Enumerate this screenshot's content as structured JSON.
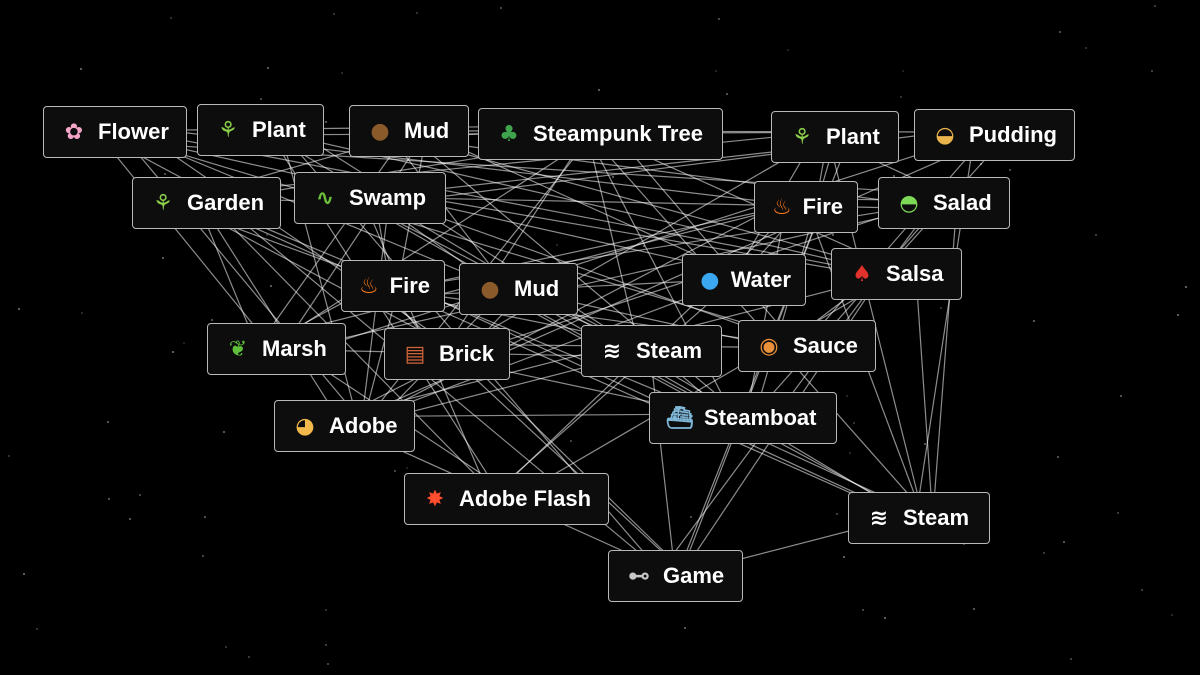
{
  "elements": [
    {
      "id": "flower",
      "label": "Flower",
      "icon": "flower-icon",
      "glyph": "✿",
      "glyph_color": "#f4a6c8"
    },
    {
      "id": "plant-1",
      "label": "Plant",
      "icon": "seedling-icon",
      "glyph": "⚘",
      "glyph_color": "#8bd14a"
    },
    {
      "id": "mud-1",
      "label": "Mud",
      "icon": "poop-icon",
      "glyph": "●",
      "glyph_color": "#8a5a2b"
    },
    {
      "id": "steampunk-tree",
      "label": "Steampunk Tree",
      "icon": "tree-icon",
      "glyph": "♣",
      "glyph_color": "#3fa34d"
    },
    {
      "id": "plant-2",
      "label": "Plant",
      "icon": "seedling-icon",
      "glyph": "⚘",
      "glyph_color": "#8bd14a"
    },
    {
      "id": "pudding",
      "label": "Pudding",
      "icon": "pudding-icon",
      "glyph": "◒",
      "glyph_color": "#e9b44c"
    },
    {
      "id": "garden",
      "label": "Garden",
      "icon": "seedling-icon",
      "glyph": "⚘",
      "glyph_color": "#8bd14a"
    },
    {
      "id": "swamp",
      "label": "Swamp",
      "icon": "crocodile-icon",
      "glyph": "∿",
      "glyph_color": "#6dbf3b"
    },
    {
      "id": "fire-1",
      "label": "Fire",
      "icon": "fire-icon",
      "glyph": "♨",
      "glyph_color": "#ff7a1a"
    },
    {
      "id": "salad",
      "label": "Salad",
      "icon": "salad-icon",
      "glyph": "◓",
      "glyph_color": "#7ed957"
    },
    {
      "id": "fire-2",
      "label": "Fire",
      "icon": "fire-icon",
      "glyph": "♨",
      "glyph_color": "#ff7a1a"
    },
    {
      "id": "mud-2",
      "label": "Mud",
      "icon": "poop-icon",
      "glyph": "●",
      "glyph_color": "#8a5a2b"
    },
    {
      "id": "water",
      "label": "Water",
      "icon": "droplet-icon",
      "glyph": "●",
      "glyph_color": "#3aa7f0"
    },
    {
      "id": "salsa",
      "label": "Salsa",
      "icon": "chili-icon",
      "glyph": "♠",
      "glyph_color": "#e0322a"
    },
    {
      "id": "marsh",
      "label": "Marsh",
      "icon": "herb-icon",
      "glyph": "❦",
      "glyph_color": "#5fbf3a"
    },
    {
      "id": "brick",
      "label": "Brick",
      "icon": "brick-icon",
      "glyph": "▤",
      "glyph_color": "#d0643a"
    },
    {
      "id": "steam-1",
      "label": "Steam",
      "icon": "dash-icon",
      "glyph": "≋",
      "glyph_color": "#ffffff"
    },
    {
      "id": "sauce",
      "label": "Sauce",
      "icon": "spaghetti-icon",
      "glyph": "◉",
      "glyph_color": "#e8903a"
    },
    {
      "id": "adobe",
      "label": "Adobe",
      "icon": "palette-icon",
      "glyph": "◕",
      "glyph_color": "#f2b84b"
    },
    {
      "id": "steamboat",
      "label": "Steamboat",
      "icon": "ship-icon",
      "glyph": "⛴",
      "glyph_color": "#7fb8d8"
    },
    {
      "id": "adobe-flash",
      "label": "Adobe Flash",
      "icon": "collision-icon",
      "glyph": "✸",
      "glyph_color": "#ff4d2e"
    },
    {
      "id": "steam-2",
      "label": "Steam",
      "icon": "dash-icon",
      "glyph": "≋",
      "glyph_color": "#ffffff"
    },
    {
      "id": "game",
      "label": "Game",
      "icon": "gamepad-icon",
      "glyph": "⊷",
      "glyph_color": "#c8c8c8"
    }
  ]
}
